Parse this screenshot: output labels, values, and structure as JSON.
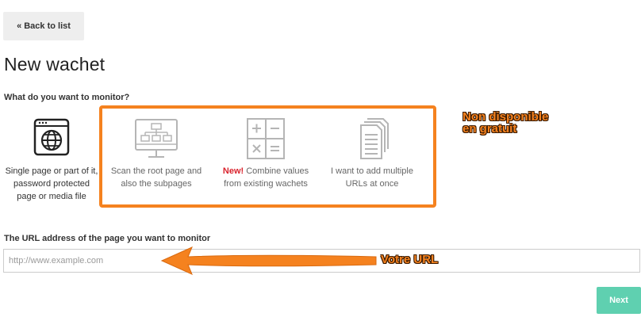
{
  "header": {
    "back_label": "« Back to list",
    "title": "New wachet"
  },
  "form": {
    "question": "What do you want to monitor?",
    "options": [
      {
        "icon": "globe-browser-icon",
        "lines": [
          "Single page or part of it,",
          "password protected",
          "page or media file"
        ]
      },
      {
        "icon": "sitemap-monitor-icon",
        "lines": [
          "Scan the root page and",
          "also the subpages"
        ]
      },
      {
        "icon": "math-operators-icon",
        "new_badge": "New!",
        "line1_rest": " Combine values",
        "line2": "from existing wachets"
      },
      {
        "icon": "documents-stack-icon",
        "lines": [
          "I want to add multiple",
          "URLs at once"
        ]
      }
    ],
    "url_label": "The URL address of the page you want to monitor",
    "url_placeholder": "http://www.example.com",
    "url_value": "",
    "next_label": "Next"
  },
  "annotations": {
    "not_available_line1": "Non disponible",
    "not_available_line2": "en gratuit",
    "your_url": "Votre URL",
    "color": "#f5821f"
  }
}
